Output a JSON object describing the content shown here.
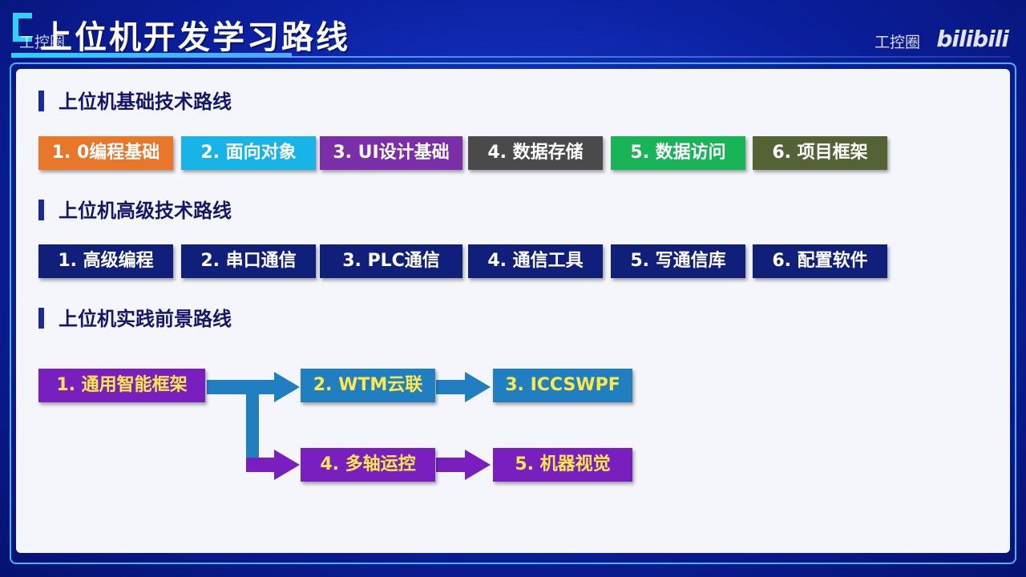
{
  "header": {
    "title": "上位机开发学习路线",
    "watermark_left": "工控圈",
    "watermark_right": "工控圈",
    "watermark_logo": "bilibili"
  },
  "sections": [
    {
      "title": "上位机基础技术路线",
      "items": [
        {
          "label": "1. 0编程基础",
          "color": "#e8772a"
        },
        {
          "label": "2. 面向对象",
          "color": "#18b4e8"
        },
        {
          "label": "3. UI设计基础",
          "color": "#7a2fa8"
        },
        {
          "label": "4. 数据存储",
          "color": "#4a4a4a"
        },
        {
          "label": "5. 数据访问",
          "color": "#19b358"
        },
        {
          "label": "6. 项目框架",
          "color": "#556236"
        }
      ]
    },
    {
      "title": "上位机高级技术路线",
      "items": [
        {
          "label": "1. 高级编程",
          "color": "#0f1f7a"
        },
        {
          "label": "2. 串口通信",
          "color": "#0f1f7a"
        },
        {
          "label": "3. PLC通信",
          "color": "#0f1f7a"
        },
        {
          "label": "4. 通信工具",
          "color": "#0f1f7a"
        },
        {
          "label": "5. 写通信库",
          "color": "#0f1f7a"
        },
        {
          "label": "6. 配置软件",
          "color": "#0f1f7a"
        }
      ]
    },
    {
      "title": "上位机实践前景路线",
      "flow": [
        {
          "label": "1. 通用智能框架",
          "color": "#7a1fbf"
        },
        {
          "label": "2. WTM云联",
          "color": "#1f7fc0"
        },
        {
          "label": "3. ICCSWPF",
          "color": "#1f7fc0"
        },
        {
          "label": "4. 多轴运控",
          "color": "#7a1fbf"
        },
        {
          "label": "5. 机器视觉",
          "color": "#7a1fbf"
        }
      ]
    }
  ],
  "colors": {
    "flow_text": "#ffe94a",
    "arrow_blue": "#1f7fc0",
    "arrow_purple": "#7a1fbf"
  }
}
